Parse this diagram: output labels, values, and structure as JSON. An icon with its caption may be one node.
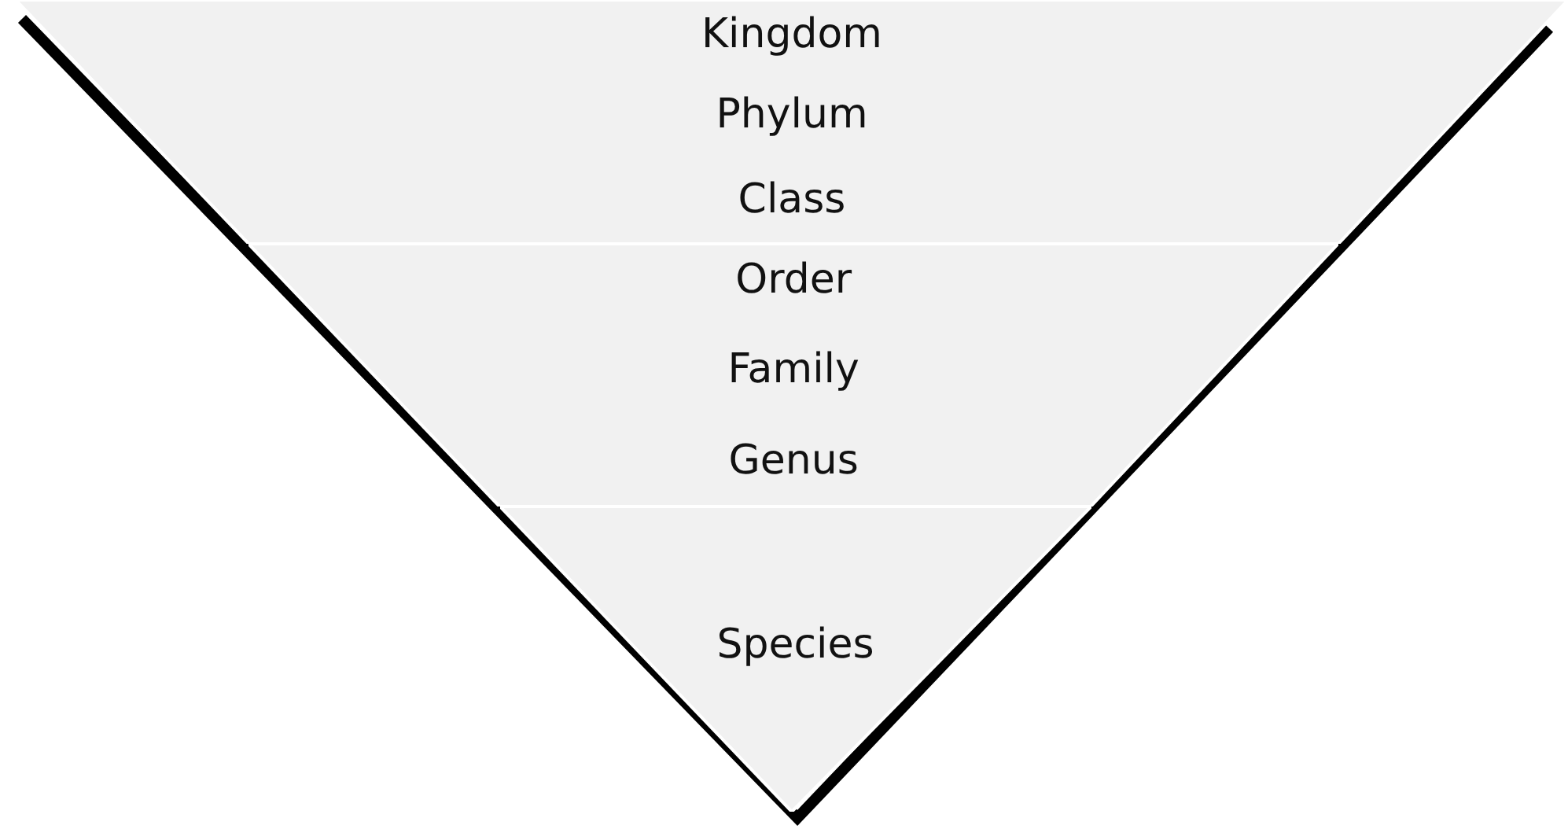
{
  "diagram": {
    "nodes": [
      {
        "text": [
          "Kingdom",
          "Phylum",
          "Class"
        ]
      },
      {
        "text": [
          "Order",
          "Family",
          "Genus"
        ]
      },
      {
        "text": [
          "Species"
        ]
      }
    ]
  }
}
